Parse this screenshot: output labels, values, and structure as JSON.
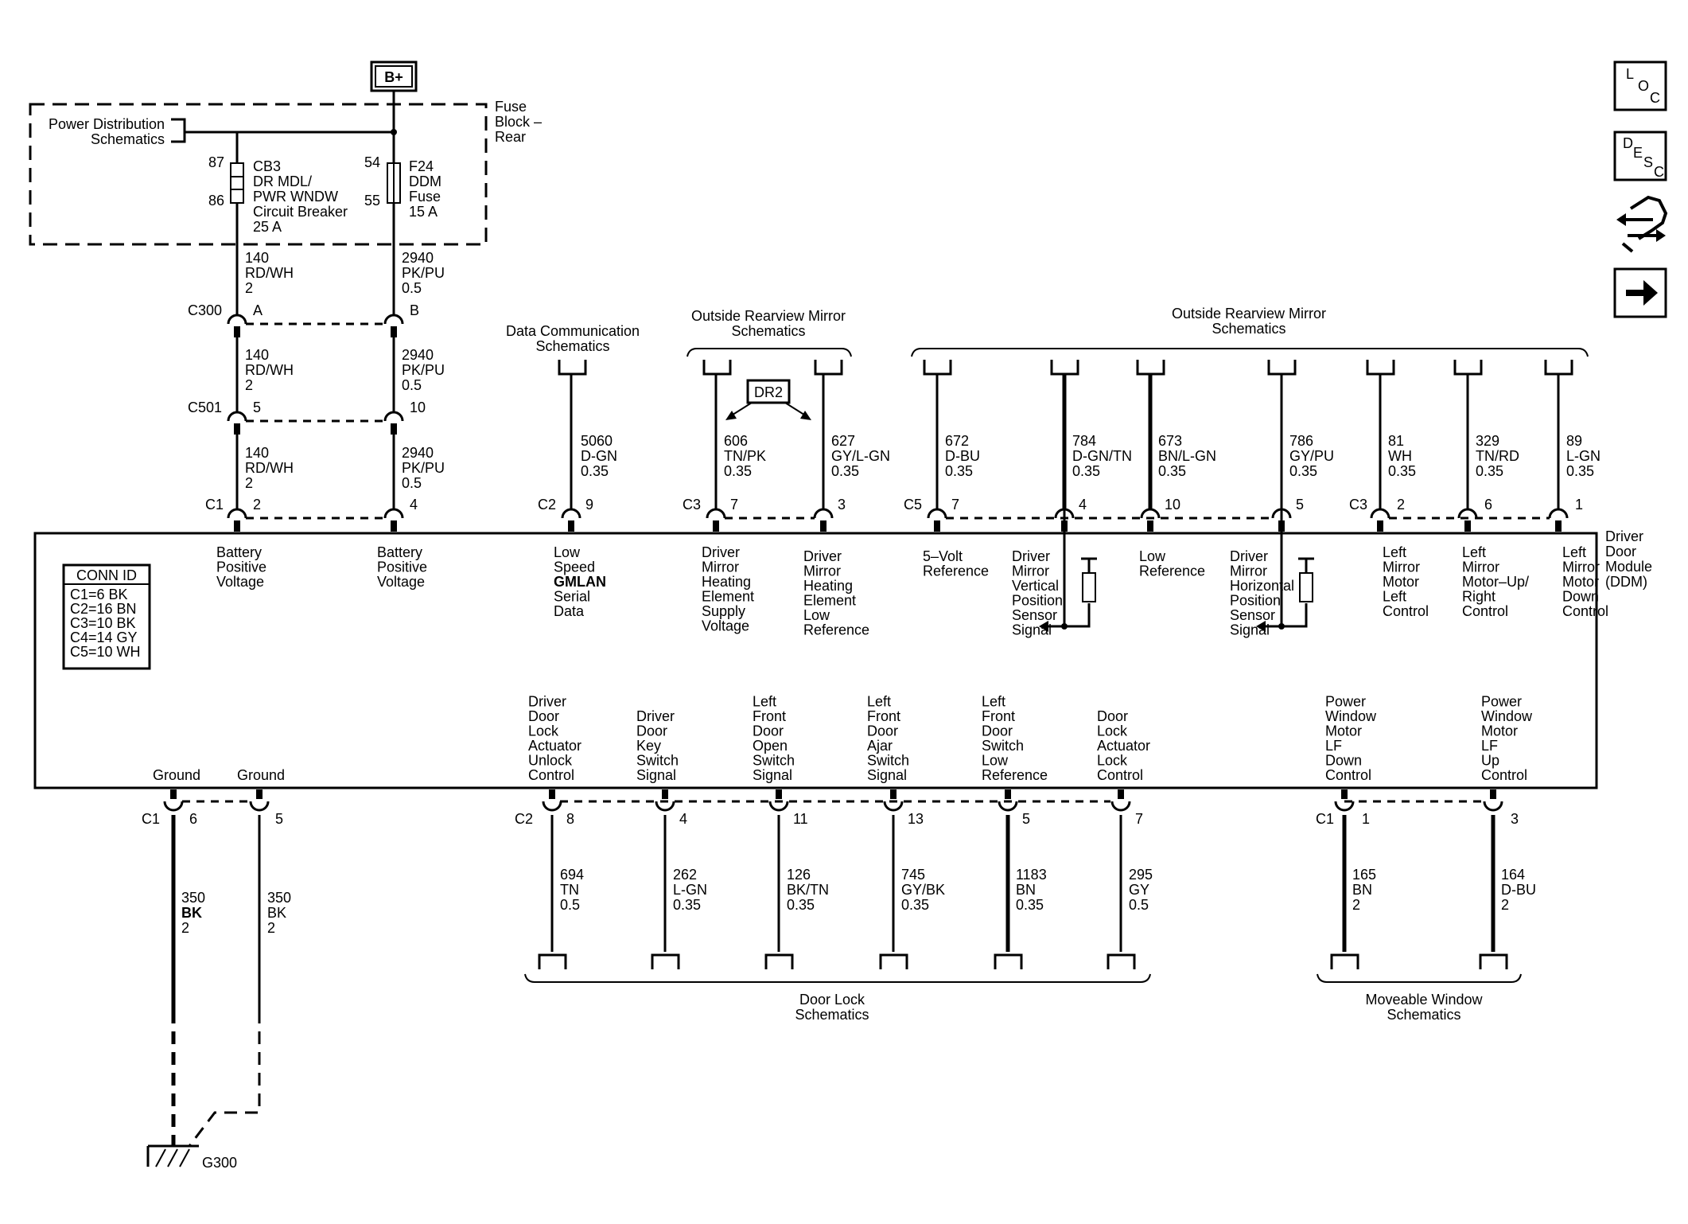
{
  "power": {
    "bplus": "B+",
    "dist_line1": "Power Distribution",
    "dist_line2": "Schematics",
    "fuse_block_l1": "Fuse",
    "fuse_block_l2": "Block –",
    "fuse_block_l3": "Rear",
    "cb_pin_top": "87",
    "cb_pin_bot": "86",
    "cb_l1": "CB3",
    "cb_l2": "DR MDL/",
    "cb_l3": "PWR WNDW",
    "cb_l4": "Circuit Breaker",
    "cb_l5": "25 A",
    "fuse_pin_top": "54",
    "fuse_pin_bot": "55",
    "fuse_l1": "F24",
    "fuse_l2": "DDM",
    "fuse_l3": "Fuse",
    "fuse_l4": "15 A"
  },
  "upper_wires": {
    "w140a": [
      "140",
      "RD/WH",
      "2"
    ],
    "w2940a": [
      "2940",
      "PK/PU",
      "0.5"
    ],
    "c300": "C300",
    "c300_a": "A",
    "c300_b": "B",
    "w140b": [
      "140",
      "RD/WH",
      "2"
    ],
    "w2940b": [
      "2940",
      "PK/PU",
      "0.5"
    ],
    "c501": "C501",
    "c501_5": "5",
    "c501_10": "10",
    "w140c": [
      "140",
      "RD/WH",
      "2"
    ],
    "w2940c": [
      "2940",
      "PK/PU",
      "0.5"
    ]
  },
  "top_refs": {
    "data_comm": [
      "Data Communication",
      "Schematics"
    ],
    "mirror1": [
      "Outside Rearview Mirror",
      "Schematics"
    ],
    "mirror2": [
      "Outside Rearview Mirror",
      "Schematics"
    ],
    "dr2": "DR2"
  },
  "top_wires": {
    "w5060": [
      "5060",
      "D-GN",
      "0.35"
    ],
    "w606": [
      "606",
      "TN/PK",
      "0.35"
    ],
    "w627": [
      "627",
      "GY/L-GN",
      "0.35"
    ],
    "w672": [
      "672",
      "D-BU",
      "0.35"
    ],
    "w784": [
      "784",
      "D-GN/TN",
      "0.35"
    ],
    "w673": [
      "673",
      "BN/L-GN",
      "0.35"
    ],
    "w786": [
      "786",
      "GY/PU",
      "0.35"
    ],
    "w81": [
      "81",
      "WH",
      "0.35"
    ],
    "w329": [
      "329",
      "TN/RD",
      "0.35"
    ],
    "w89": [
      "89",
      "L-GN",
      "0.35"
    ]
  },
  "top_pins": {
    "c1": "C1",
    "c1_2": "2",
    "c1_4": "4",
    "c2": "C2",
    "c2_9": "9",
    "c3": "C3",
    "c3_7": "7",
    "c3_3": "3",
    "c5": "C5",
    "c5_7": "7",
    "c5_4": "4",
    "c5_10": "10",
    "c5_5": "5",
    "c3b": "C3",
    "c3b_2": "2",
    "c3b_6": "6",
    "c3b_1": "1"
  },
  "module": {
    "name": [
      "Driver",
      "Door",
      "Module",
      "(DDM)"
    ],
    "conn_title": "CONN ID",
    "conn_ids": [
      "C1=6 BK",
      "C2=16 BN",
      "C3=10 BK",
      "C4=14 GY",
      "C5=10 WH"
    ],
    "sig_batt1": [
      "Battery",
      "Positive",
      "Voltage"
    ],
    "sig_batt2": [
      "Battery",
      "Positive",
      "Voltage"
    ],
    "sig_gmlan": [
      "Low",
      "Speed",
      "GMLAN",
      "Serial",
      "Data"
    ],
    "sig_heat_supply": [
      "Driver",
      "Mirror",
      "Heating",
      "Element",
      "Supply",
      "Voltage"
    ],
    "sig_heat_low": [
      "Driver",
      "Mirror",
      "Heating",
      "Element",
      "Low",
      "Reference"
    ],
    "sig_5v": [
      "5–Volt",
      "Reference"
    ],
    "sig_vert": [
      "Driver",
      "Mirror",
      "Vertical",
      "Position",
      "Sensor",
      "Signal"
    ],
    "sig_lowref": [
      "Low",
      "Reference"
    ],
    "sig_horiz": [
      "Driver",
      "Mirror",
      "Horizontal",
      "Position",
      "Sensor",
      "Signal"
    ],
    "sig_left": [
      "Left",
      "Mirror",
      "Motor",
      "Left",
      "Control"
    ],
    "sig_upright": [
      "Left",
      "Mirror",
      "Motor–Up/",
      "Right",
      "Control"
    ],
    "sig_down": [
      "Left",
      "Mirror",
      "Motor",
      "Down",
      "Control"
    ],
    "sig_ground1": "Ground",
    "sig_ground2": "Ground",
    "sig_unlock": [
      "Driver",
      "Door",
      "Lock",
      "Actuator",
      "Unlock",
      "Control"
    ],
    "sig_key": [
      "Driver",
      "Door",
      "Key",
      "Switch",
      "Signal"
    ],
    "sig_open": [
      "Left",
      "Front",
      "Door",
      "Open",
      "Switch",
      "Signal"
    ],
    "sig_ajar": [
      "Left",
      "Front",
      "Door",
      "Ajar",
      "Switch",
      "Signal"
    ],
    "sig_lowsw": [
      "Left",
      "Front",
      "Door",
      "Switch",
      "Low",
      "Reference"
    ],
    "sig_lock": [
      "Door",
      "Lock",
      "Actuator",
      "Lock",
      "Control"
    ],
    "sig_wdown": [
      "Power",
      "Window",
      "Motor",
      "LF",
      "Down",
      "Control"
    ],
    "sig_wup": [
      "Power",
      "Window",
      "Motor",
      "LF",
      "Up",
      "Control"
    ]
  },
  "bottom_pins": {
    "c1": "C1",
    "c1_6": "6",
    "c1_5": "5",
    "c2": "C2",
    "c2_8": "8",
    "c2_4": "4",
    "c2_11": "11",
    "c2_13": "13",
    "c2_5": "5",
    "c2_7": "7",
    "c1b": "C1",
    "c1b_1": "1",
    "c1b_3": "3"
  },
  "bottom_wires": {
    "w350a": [
      "350",
      "BK",
      "2"
    ],
    "w350b": [
      "350",
      "BK",
      "2"
    ],
    "w694": [
      "694",
      "TN",
      "0.5"
    ],
    "w262": [
      "262",
      "L-GN",
      "0.35"
    ],
    "w126": [
      "126",
      "BK/TN",
      "0.35"
    ],
    "w745": [
      "745",
      "GY/BK",
      "0.35"
    ],
    "w1183": [
      "1183",
      "BN",
      "0.35"
    ],
    "w295": [
      "295",
      "GY",
      "0.5"
    ],
    "w165": [
      "165",
      "BN",
      "2"
    ],
    "w164": [
      "164",
      "D-BU",
      "2"
    ]
  },
  "bottom_refs": {
    "door_lock": [
      "Door Lock",
      "Schematics"
    ],
    "window": [
      "Moveable Window",
      "Schematics"
    ],
    "ground": "G300"
  },
  "nav": {
    "loc": [
      "L",
      "O",
      "C"
    ],
    "desc": [
      "D",
      "E",
      "S",
      "C"
    ]
  }
}
